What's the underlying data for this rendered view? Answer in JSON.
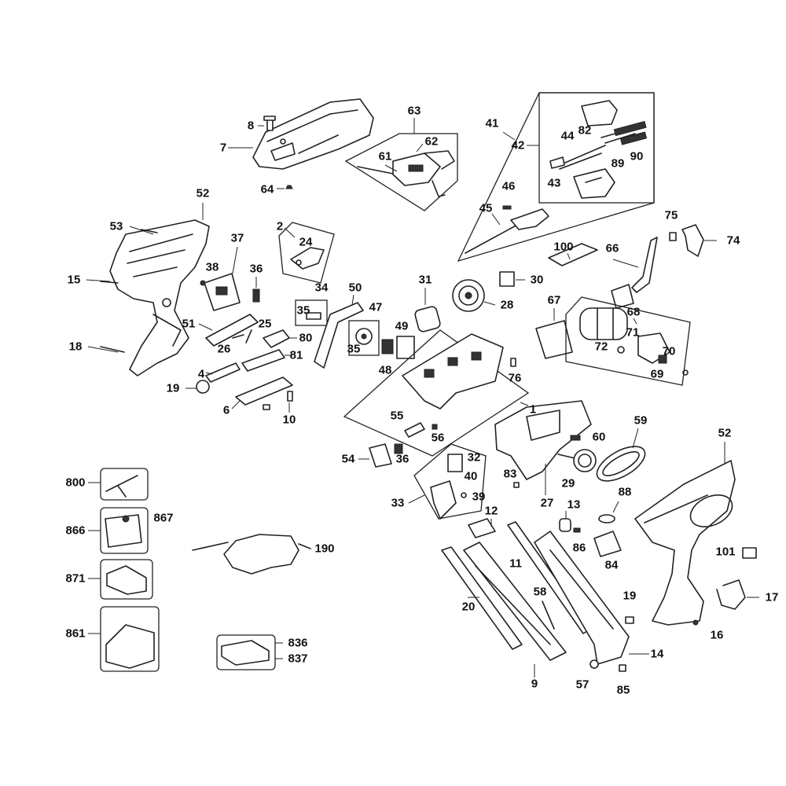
{
  "labels": {
    "p1": "1",
    "p2": "2",
    "p4": "4",
    "p6": "6",
    "p7": "7",
    "p8": "8",
    "p9": "9",
    "p10": "10",
    "p11": "11",
    "p12": "12",
    "p13": "13",
    "p14": "14",
    "p15": "15",
    "p16": "16",
    "p17": "17",
    "p18": "18",
    "p19a": "19",
    "p19b": "19",
    "p20": "20",
    "p24": "24",
    "p25": "25",
    "p26": "26",
    "p27": "27",
    "p28": "28",
    "p29": "29",
    "p30": "30",
    "p31": "31",
    "p32": "32",
    "p33": "33",
    "p34": "34",
    "p35a": "35",
    "p35b": "35",
    "p36a": "36",
    "p36b": "36",
    "p37": "37",
    "p38": "38",
    "p39": "39",
    "p40": "40",
    "p41": "41",
    "p42": "42",
    "p43": "43",
    "p44": "44",
    "p45": "45",
    "p46": "46",
    "p47": "47",
    "p48": "48",
    "p49": "49",
    "p50": "50",
    "p51": "51",
    "p52a": "52",
    "p52b": "52",
    "p53": "53",
    "p54": "54",
    "p55": "55",
    "p56": "56",
    "p57": "57",
    "p58": "58",
    "p59": "59",
    "p60": "60",
    "p61": "61",
    "p62": "62",
    "p63": "63",
    "p64": "64",
    "p66": "66",
    "p67": "67",
    "p68": "68",
    "p69": "69",
    "p70": "70",
    "p71": "71",
    "p72": "72",
    "p74": "74",
    "p75": "75",
    "p76": "76",
    "p80": "80",
    "p81": "81",
    "p82": "82",
    "p83": "83",
    "p84": "84",
    "p85": "85",
    "p86": "86",
    "p88": "88",
    "p89": "89",
    "p90": "90",
    "p100": "100",
    "p101": "101",
    "p190": "190",
    "p800": "800",
    "p836": "836",
    "p837": "837",
    "p861": "861",
    "p866": "866",
    "p867": "867",
    "p871": "871"
  },
  "colors": {
    "line": "#222222",
    "background": "#ffffff"
  }
}
